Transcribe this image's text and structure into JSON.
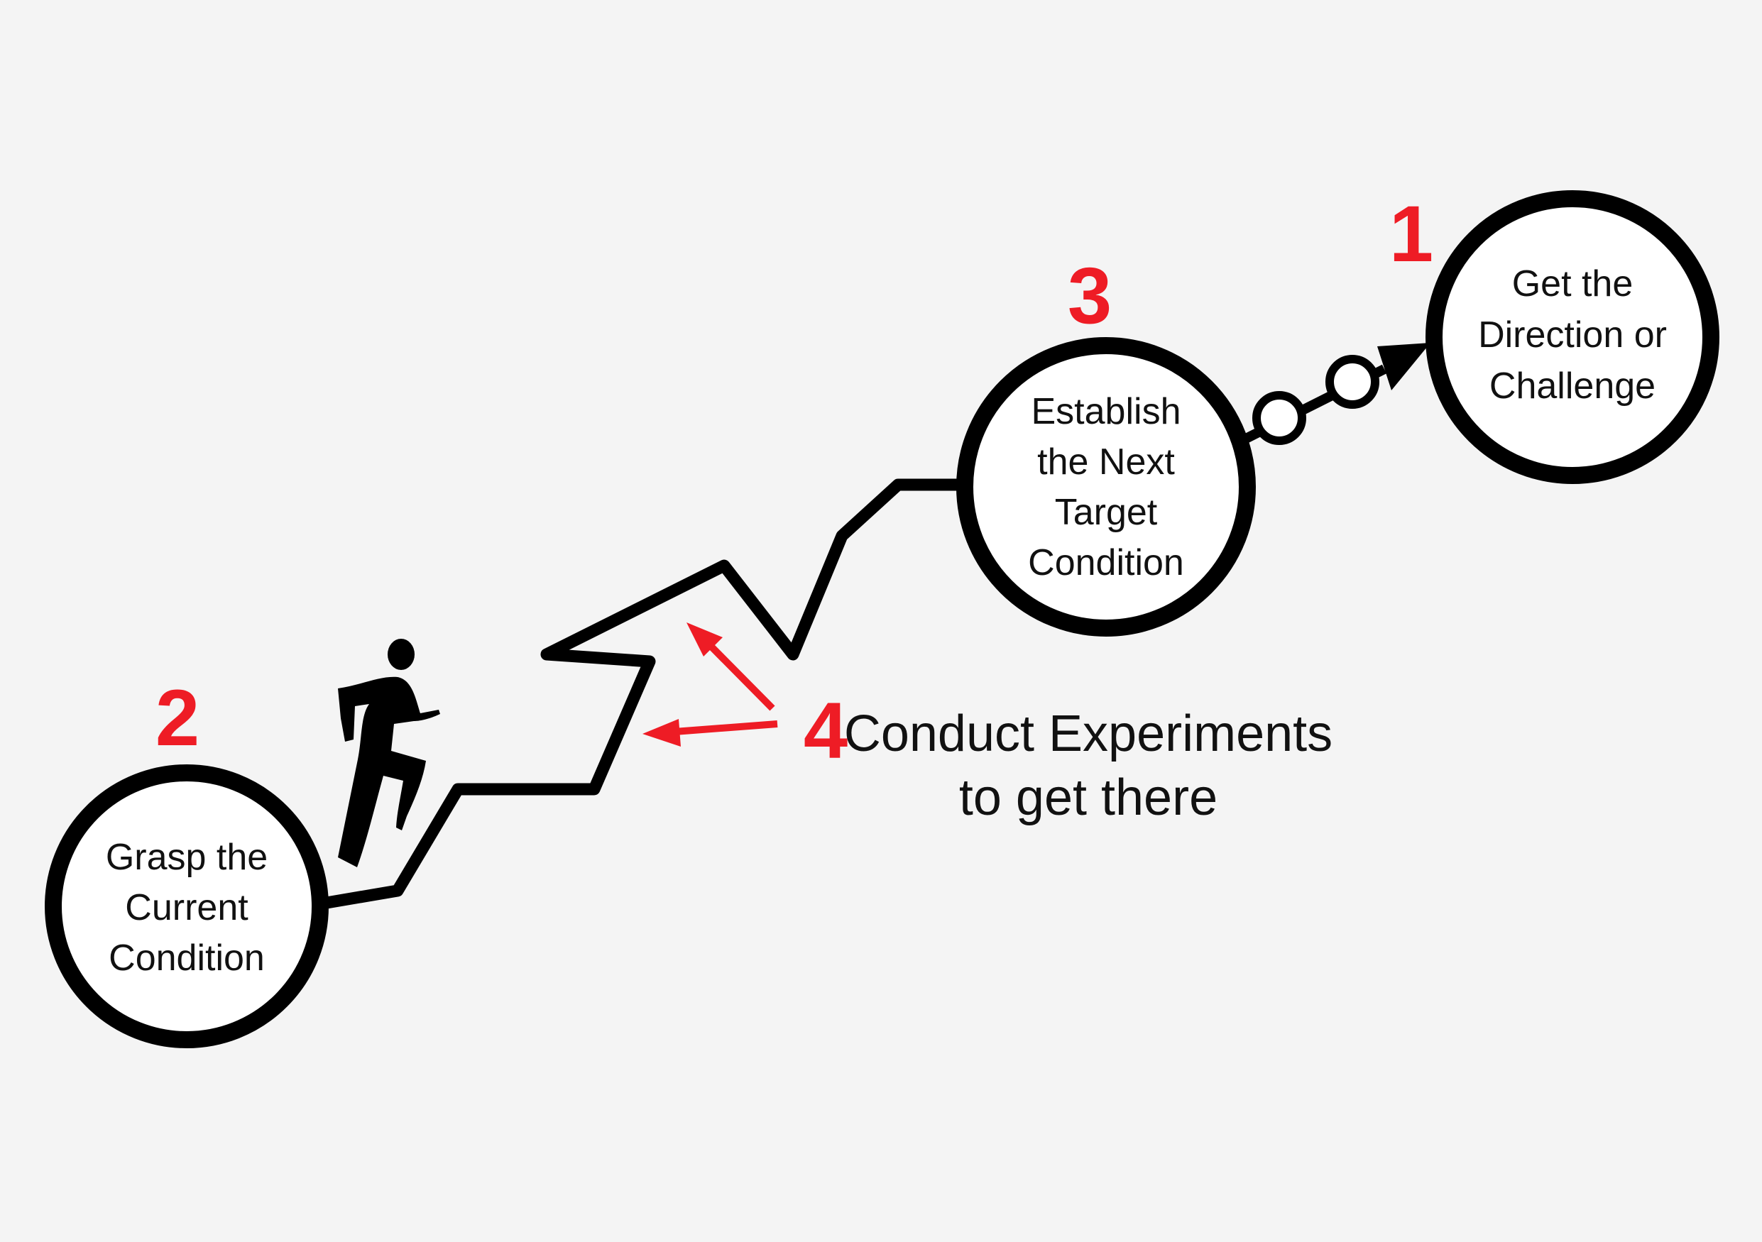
{
  "steps": [
    {
      "number": "1",
      "lines": [
        "Get the",
        "Direction or",
        "Challenge"
      ]
    },
    {
      "number": "2",
      "lines": [
        "Grasp the",
        "Current",
        "Condition"
      ]
    },
    {
      "number": "3",
      "lines": [
        "Establish",
        "the Next",
        "Target",
        "Condition"
      ]
    }
  ],
  "experiments": {
    "number": "4",
    "lines": [
      "Conduct Experiments",
      "to get there"
    ]
  },
  "colors": {
    "accent": "#ee1c25",
    "stroke": "#000000",
    "background": "#f4f4f4"
  }
}
